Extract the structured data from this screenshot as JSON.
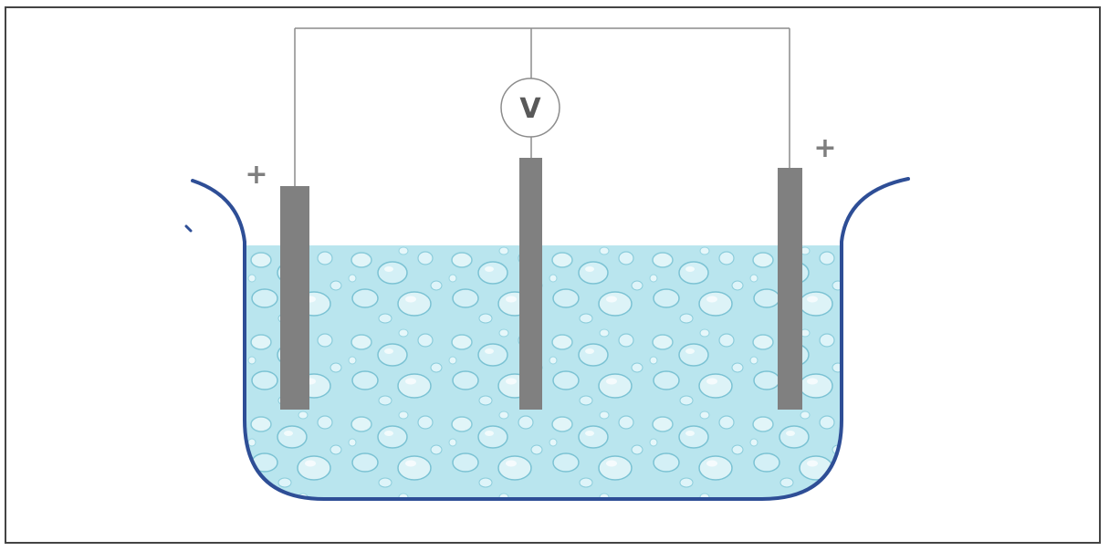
{
  "diagram": {
    "voltmeter": {
      "label": "V"
    },
    "electrodes": [
      {
        "id": "left",
        "sign": "+"
      },
      {
        "id": "middle",
        "sign": ""
      },
      {
        "id": "right",
        "sign": "+"
      }
    ]
  },
  "colors": {
    "frame": "#444444",
    "wire": "#8c8c8c",
    "electrode": "#808080",
    "vessel_outline": "#2e4e96",
    "liquid": "#b9e5ee",
    "droplet": "#e8f8fb",
    "droplet_shadow": "#7fc6d6",
    "sign": "#7f7f7f",
    "voltmeter_text": "#595959"
  }
}
